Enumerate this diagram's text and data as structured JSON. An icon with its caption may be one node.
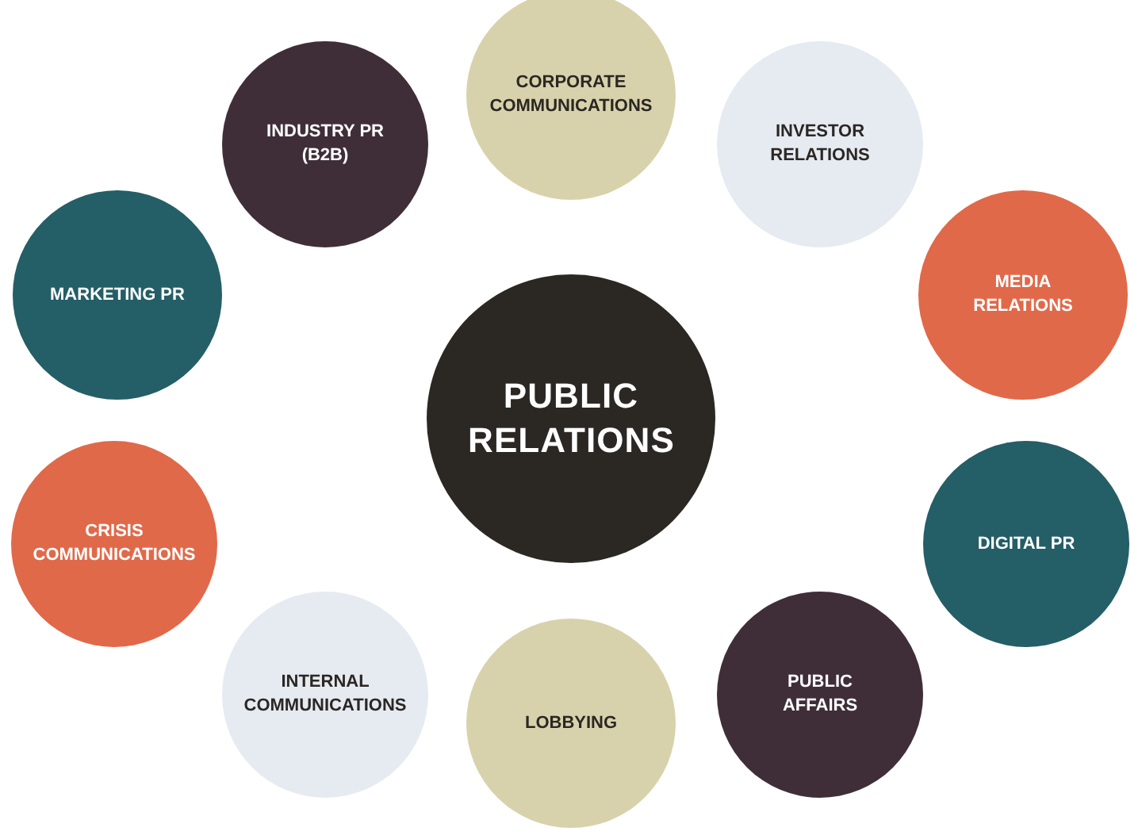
{
  "diagram": {
    "nodes": [
      {
        "text": [
          "PUBLIC RELATIONS"
        ]
      },
      {
        "text": [
          "INDUSTRY PR (B2B)"
        ]
      },
      {
        "text": [
          "CORPORATE COMMUNICATIONS"
        ]
      },
      {
        "text": [
          "INVESTOR RELATIONS"
        ]
      },
      {
        "text": [
          "MEDIA RELATIONS"
        ]
      },
      {
        "text": [
          "DIGITAL PR"
        ]
      },
      {
        "text": [
          "PUBLIC AFFAIRS"
        ]
      },
      {
        "text": [
          "LOBBYING"
        ]
      },
      {
        "text": [
          "INTERNAL COMMUNICATIONS"
        ]
      },
      {
        "text": [
          "CRISIS COMMUNICATIONS"
        ]
      },
      {
        "text": [
          "MARKETING PR"
        ]
      }
    ]
  }
}
